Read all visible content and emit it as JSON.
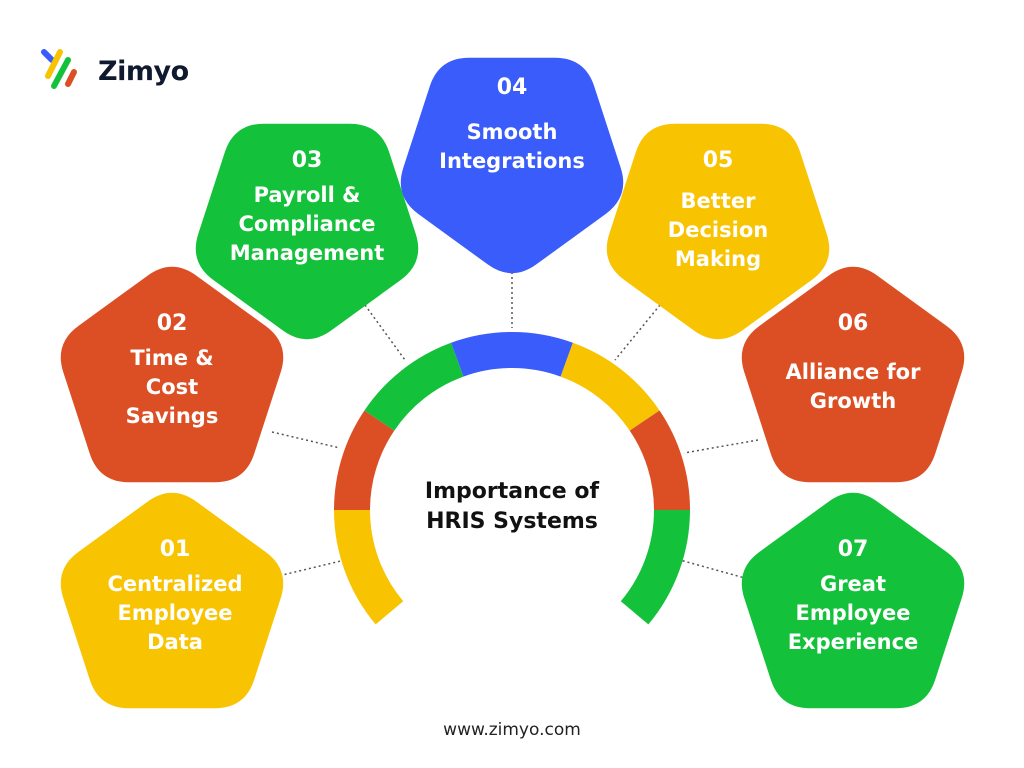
{
  "brand": {
    "name": "Zimyo"
  },
  "center": {
    "title_line1": "Importance of",
    "title_line2": "HRIS Systems"
  },
  "colors": {
    "yellow": "#F8C300",
    "orange": "#DC4F24",
    "green": "#14C13A",
    "blue": "#3A5CFB"
  },
  "nodes": [
    {
      "num": "01",
      "line1": "Centralized",
      "line2": "Employee",
      "line3": "Data",
      "color": "#F8C300"
    },
    {
      "num": "02",
      "line1": "Time &",
      "line2": "Cost",
      "line3": "Savings",
      "color": "#DC4F24"
    },
    {
      "num": "03",
      "line1": "Payroll &",
      "line2": "Compliance",
      "line3": "Management",
      "color": "#14C13A"
    },
    {
      "num": "04",
      "line1": "Smooth",
      "line2": "Integrations",
      "line3": "",
      "color": "#3A5CFB"
    },
    {
      "num": "05",
      "line1": "Better",
      "line2": "Decision",
      "line3": "Making",
      "color": "#F8C300"
    },
    {
      "num": "06",
      "line1": "Alliance for",
      "line2": "Growth",
      "line3": "",
      "color": "#DC4F24"
    },
    {
      "num": "07",
      "line1": "Great",
      "line2": "Employee",
      "line3": "Experience",
      "color": "#14C13A"
    }
  ],
  "footer": {
    "url": "www.zimyo.com"
  }
}
